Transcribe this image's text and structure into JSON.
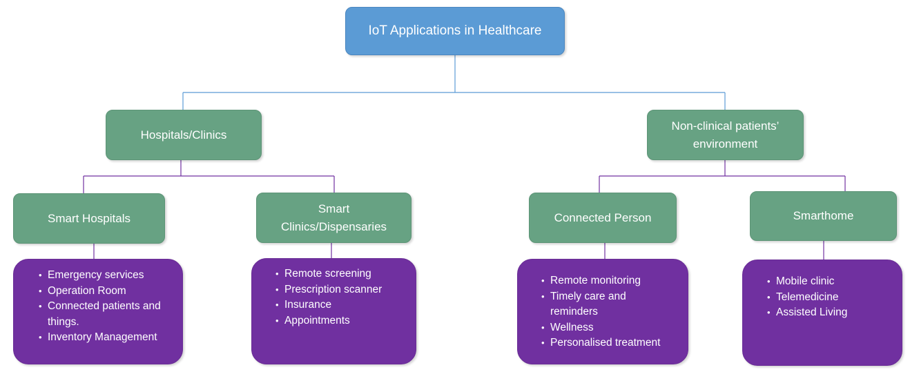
{
  "diagram": {
    "root": {
      "label": "IoT Applications in Healthcare"
    },
    "branches": [
      {
        "label": "Hospitals/Clinics",
        "children": [
          {
            "label": "Smart Hospitals",
            "items": [
              "Emergency services",
              "Operation Room",
              "Connected patients and things.",
              "Inventory Management"
            ]
          },
          {
            "label": "Smart Clinics/Dispensaries",
            "items": [
              "Remote screening",
              "Prescription scanner",
              "Insurance",
              "Appointments"
            ]
          }
        ]
      },
      {
        "label": "Non-clinical patients’ environment",
        "children": [
          {
            "label": "Connected Person",
            "items": [
              "Remote monitoring",
              "Timely care and reminders",
              "Wellness",
              "Personalised treatment"
            ]
          },
          {
            "label": "Smarthome",
            "items": [
              "Mobile clinic",
              "Telemedicine",
              "Assisted Living"
            ]
          }
        ]
      }
    ],
    "colors": {
      "root": "#5b9bd5",
      "category": "#67a283",
      "leaf": "#7030a0",
      "connector_blue": "#5b9bd5",
      "connector_purple": "#7030a0"
    }
  }
}
